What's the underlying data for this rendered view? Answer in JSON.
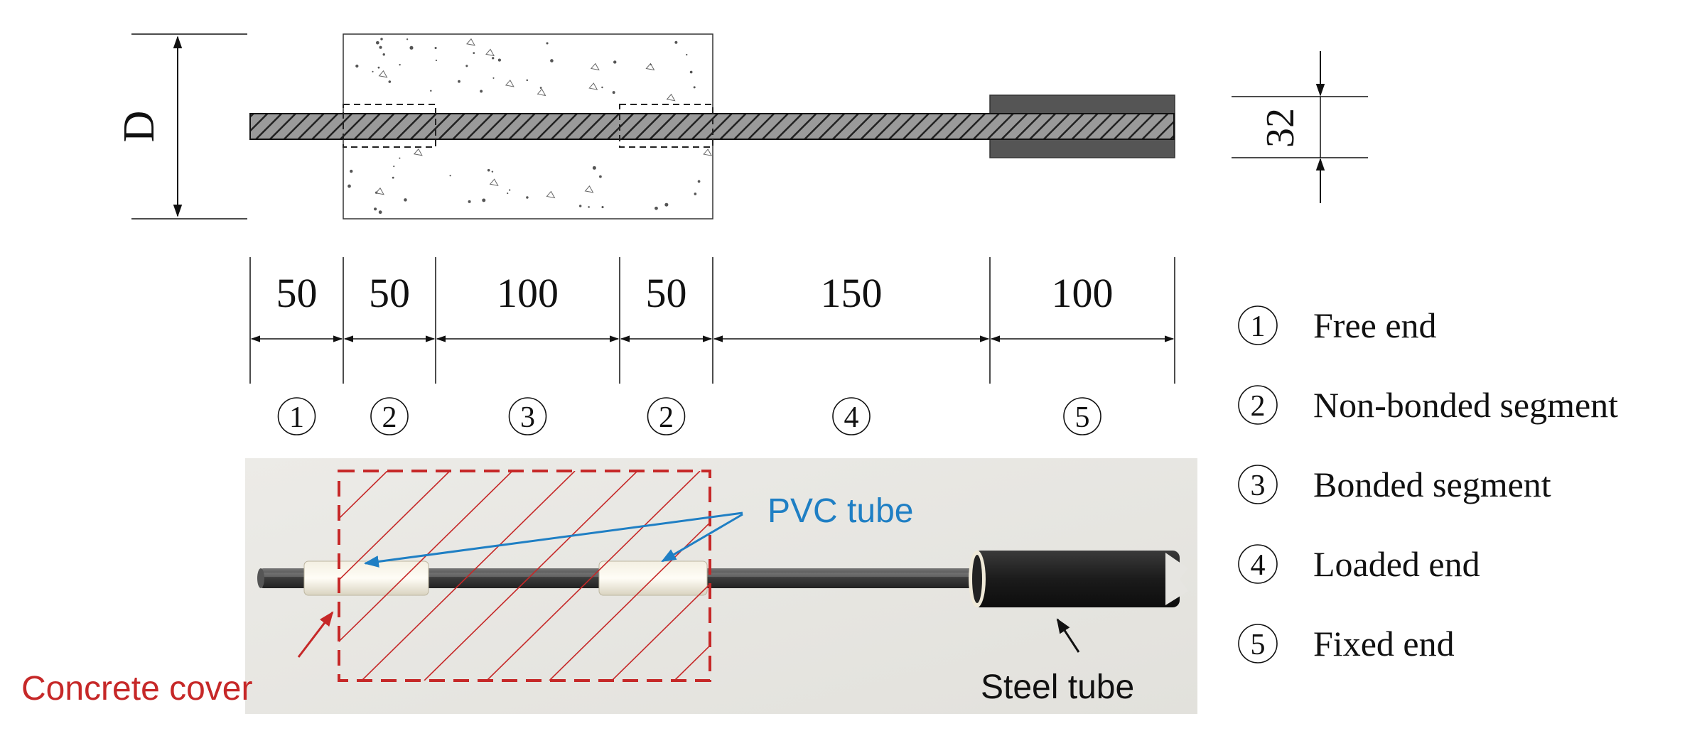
{
  "diagram": {
    "diameter_label": "D",
    "bar_diameter_label": "32",
    "segment_lengths": [
      "50",
      "50",
      "100",
      "50",
      "150",
      "100"
    ],
    "segment_markers": [
      "1",
      "2",
      "3",
      "2",
      "4",
      "5"
    ],
    "legend": [
      {
        "marker": "1",
        "text": "Free end"
      },
      {
        "marker": "2",
        "text": "Non-bonded segment"
      },
      {
        "marker": "3",
        "text": "Bonded segment"
      },
      {
        "marker": "4",
        "text": "Loaded end"
      },
      {
        "marker": "5",
        "text": "Fixed end"
      }
    ]
  },
  "photo": {
    "pvc_label": "PVC tube",
    "concrete_label": "Concrete cover",
    "steel_label": "Steel tube"
  },
  "colors": {
    "concrete_red": "#c62828",
    "pvc_blue": "#1f7fc4",
    "steel_dark": "#4a4a4a",
    "photo_bg": "#e9e9e7"
  }
}
